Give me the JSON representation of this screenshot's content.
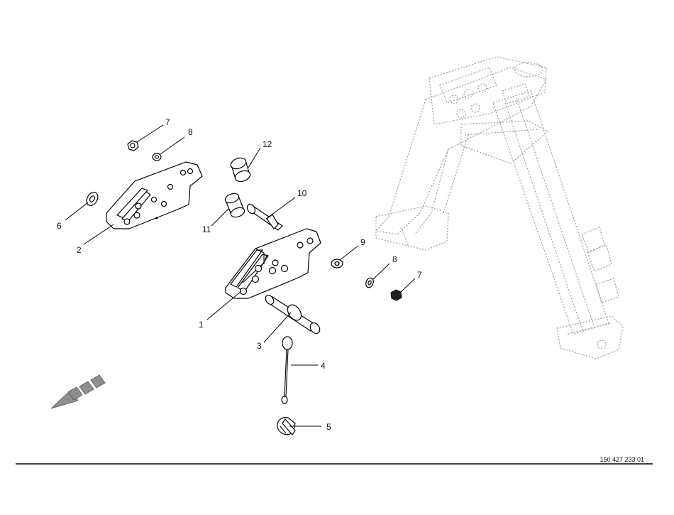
{
  "drawing_code": "150 427 233 01",
  "callouts": [
    {
      "id": "c1",
      "text": "1"
    },
    {
      "id": "c2",
      "text": "2"
    },
    {
      "id": "c3",
      "text": "3"
    },
    {
      "id": "c4",
      "text": "4"
    },
    {
      "id": "c5",
      "text": "5"
    },
    {
      "id": "c6",
      "text": "6"
    },
    {
      "id": "c7a",
      "text": "7"
    },
    {
      "id": "c7b",
      "text": "7"
    },
    {
      "id": "c8a",
      "text": "8"
    },
    {
      "id": "c8b",
      "text": "8"
    },
    {
      "id": "c9",
      "text": "9"
    },
    {
      "id": "c10",
      "text": "10"
    },
    {
      "id": "c11",
      "text": "11"
    },
    {
      "id": "c12",
      "text": "12"
    }
  ]
}
